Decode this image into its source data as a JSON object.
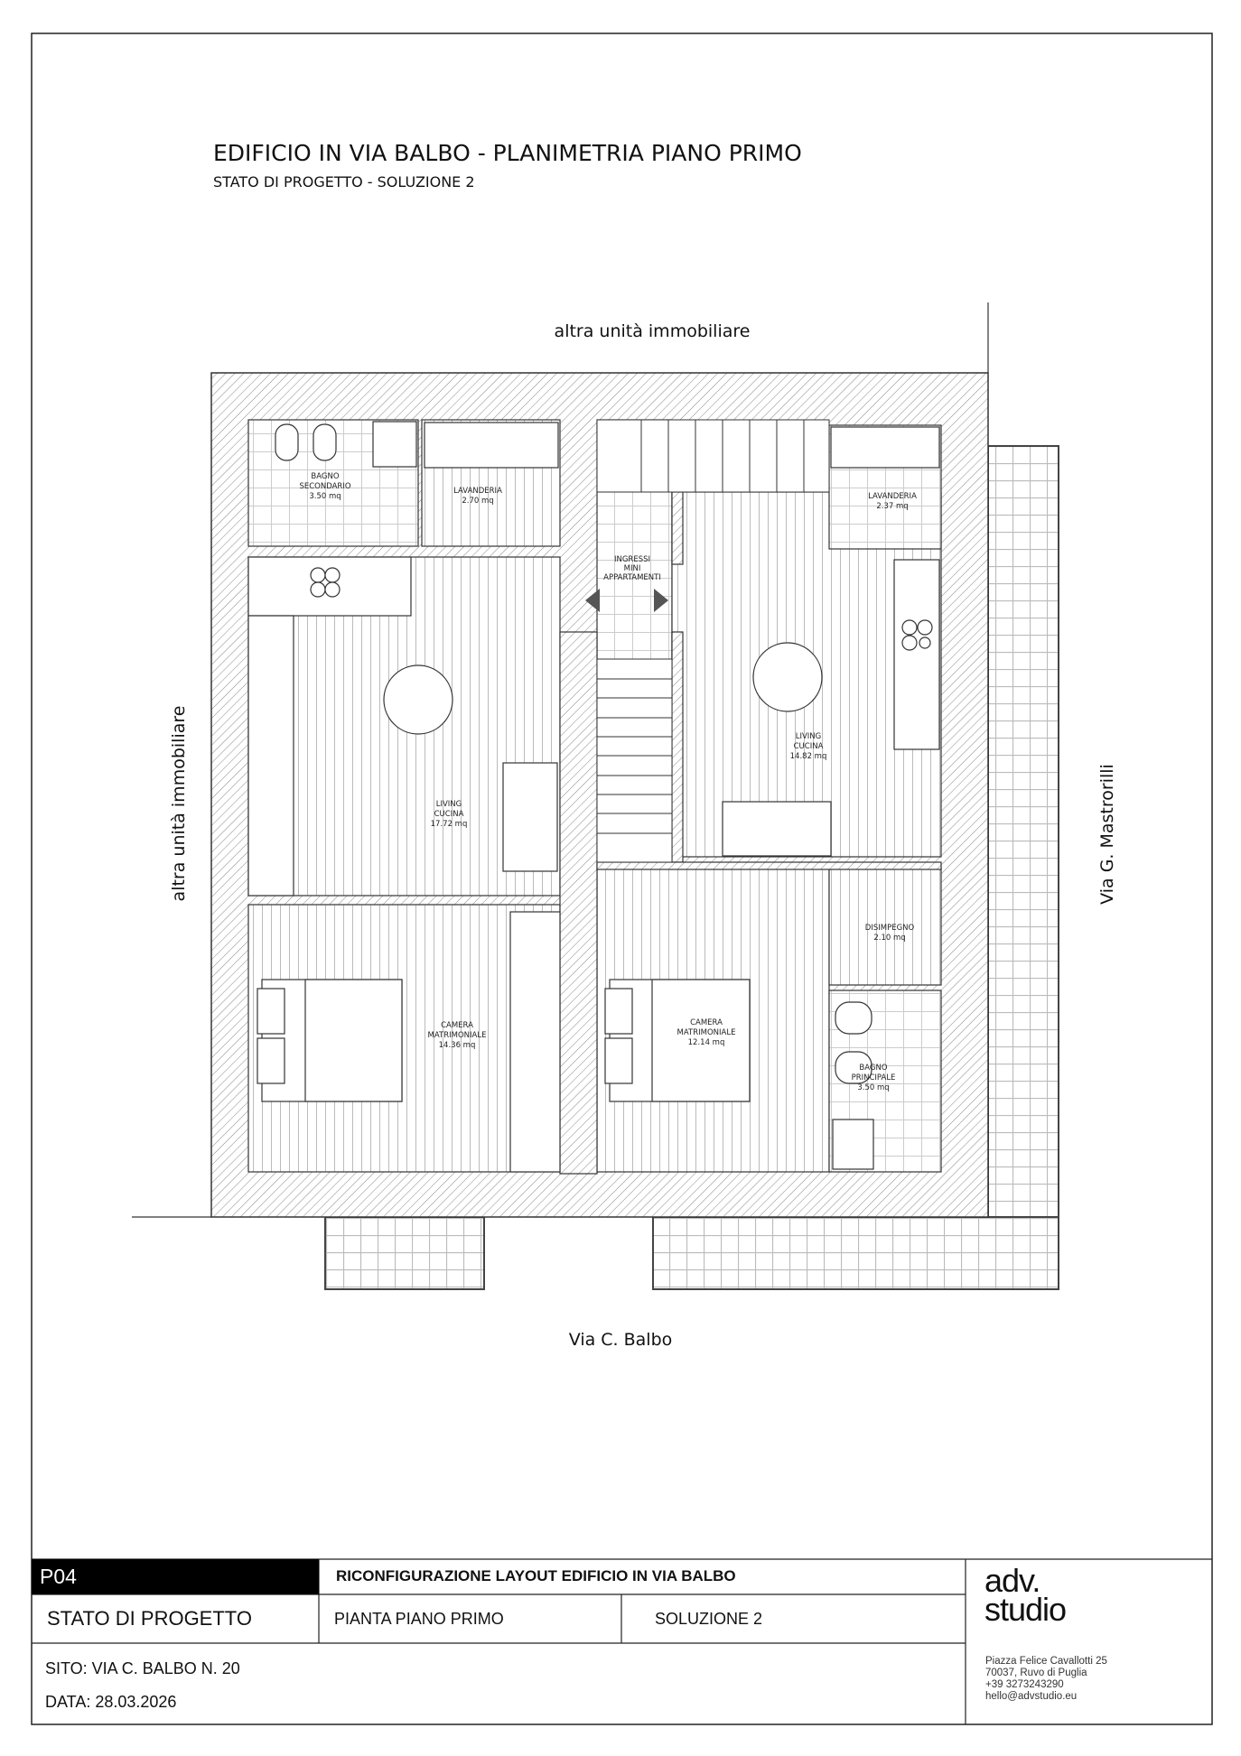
{
  "header": {
    "title": "EDIFICIO IN VIA BALBO - PLANIMETRIA PIANO PRIMO",
    "subtitle": "STATO DI PROGETTO - SOLUZIONE 2"
  },
  "surroundings": {
    "top": "altra unità immobiliare",
    "left": "altra unità immobiliare",
    "right": "Via G. Mastrorilli",
    "bottom": "Via C. Balbo"
  },
  "rooms": [
    {
      "name": "BAGNO",
      "name2": "SECONDARIO",
      "area": "3.50 mq"
    },
    {
      "name": "LAVANDERIA",
      "area": "2.70 mq"
    },
    {
      "name": "INGRESSI",
      "name2": "MINI",
      "name3": "APPARTAMENTI"
    },
    {
      "name": "LAVANDERIA",
      "area": "2.37 mq"
    },
    {
      "name": "LIVING",
      "name2": "CUCINA",
      "area": "17.72 mq"
    },
    {
      "name": "LIVING",
      "name2": "CUCINA",
      "area": "14.82 mq"
    },
    {
      "name": "DISIMPEGNO",
      "area": "2.10 mq"
    },
    {
      "name": "CAMERA",
      "name2": "MATRIMONIALE",
      "area": "14.36 mq"
    },
    {
      "name": "CAMERA",
      "name2": "MATRIMONIALE",
      "area": "12.14 mq"
    },
    {
      "name": "BAGNO",
      "name2": "PRINCIPALE",
      "area": "3.50 mq"
    }
  ],
  "title_block": {
    "code": "P04",
    "project": "RICONFIGURAZIONE LAYOUT EDIFICIO IN VIA BALBO",
    "state": "STATO DI PROGETTO",
    "drawing": "PIANTA PIANO PRIMO",
    "solution": "SOLUZIONE 2",
    "site": "SITO: VIA C. BALBO N. 20",
    "date": "DATA: 28.03.2026",
    "logo_line1": "adv.",
    "logo_line2": "studio",
    "address1": "Piazza Felice Cavallotti 25",
    "address2": "70037, Ruvo di Puglia",
    "phone": "+39 3273243290",
    "email": "hello@advstudio.eu"
  }
}
